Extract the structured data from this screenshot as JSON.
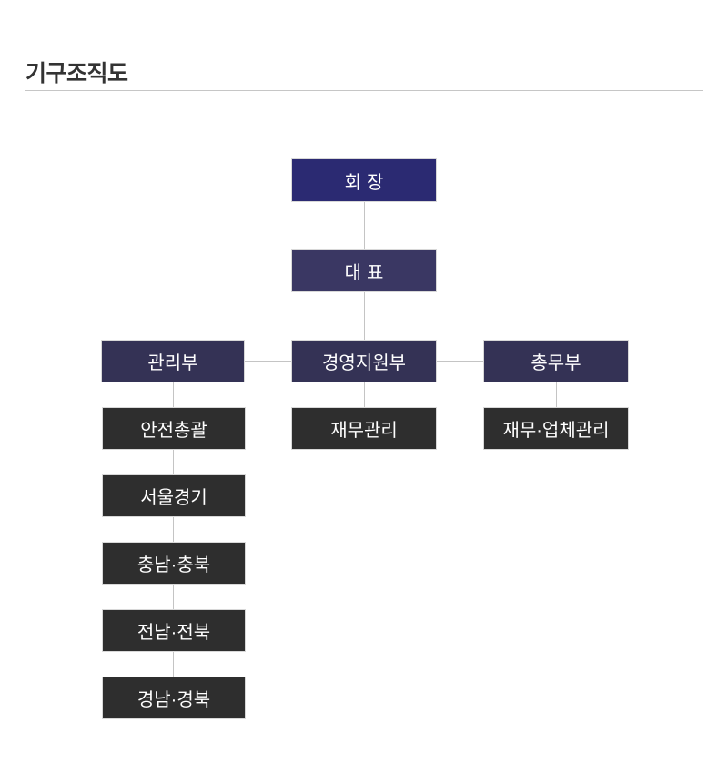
{
  "page": {
    "title": "기구조직도"
  },
  "colors": {
    "chairman_box": "#2b2a72",
    "ceo_box": "#3a3763",
    "dept_box": "#343255",
    "unit_box": "#2e2e2e",
    "connector_line": "#c4c4c4",
    "title_text": "#333333",
    "divider": "#c6c6c6",
    "box_text": "#ffffff"
  },
  "org": {
    "chairman": "회장",
    "ceo": "대표",
    "departments": [
      {
        "label": "관리부",
        "children": [
          "안전총괄",
          "서울경기",
          "충남·충북",
          "전남·전북",
          "경남·경북"
        ]
      },
      {
        "label": "경영지원부",
        "children": [
          "재무관리"
        ]
      },
      {
        "label": "총무부",
        "children": [
          "재무·업체관리"
        ]
      }
    ]
  }
}
